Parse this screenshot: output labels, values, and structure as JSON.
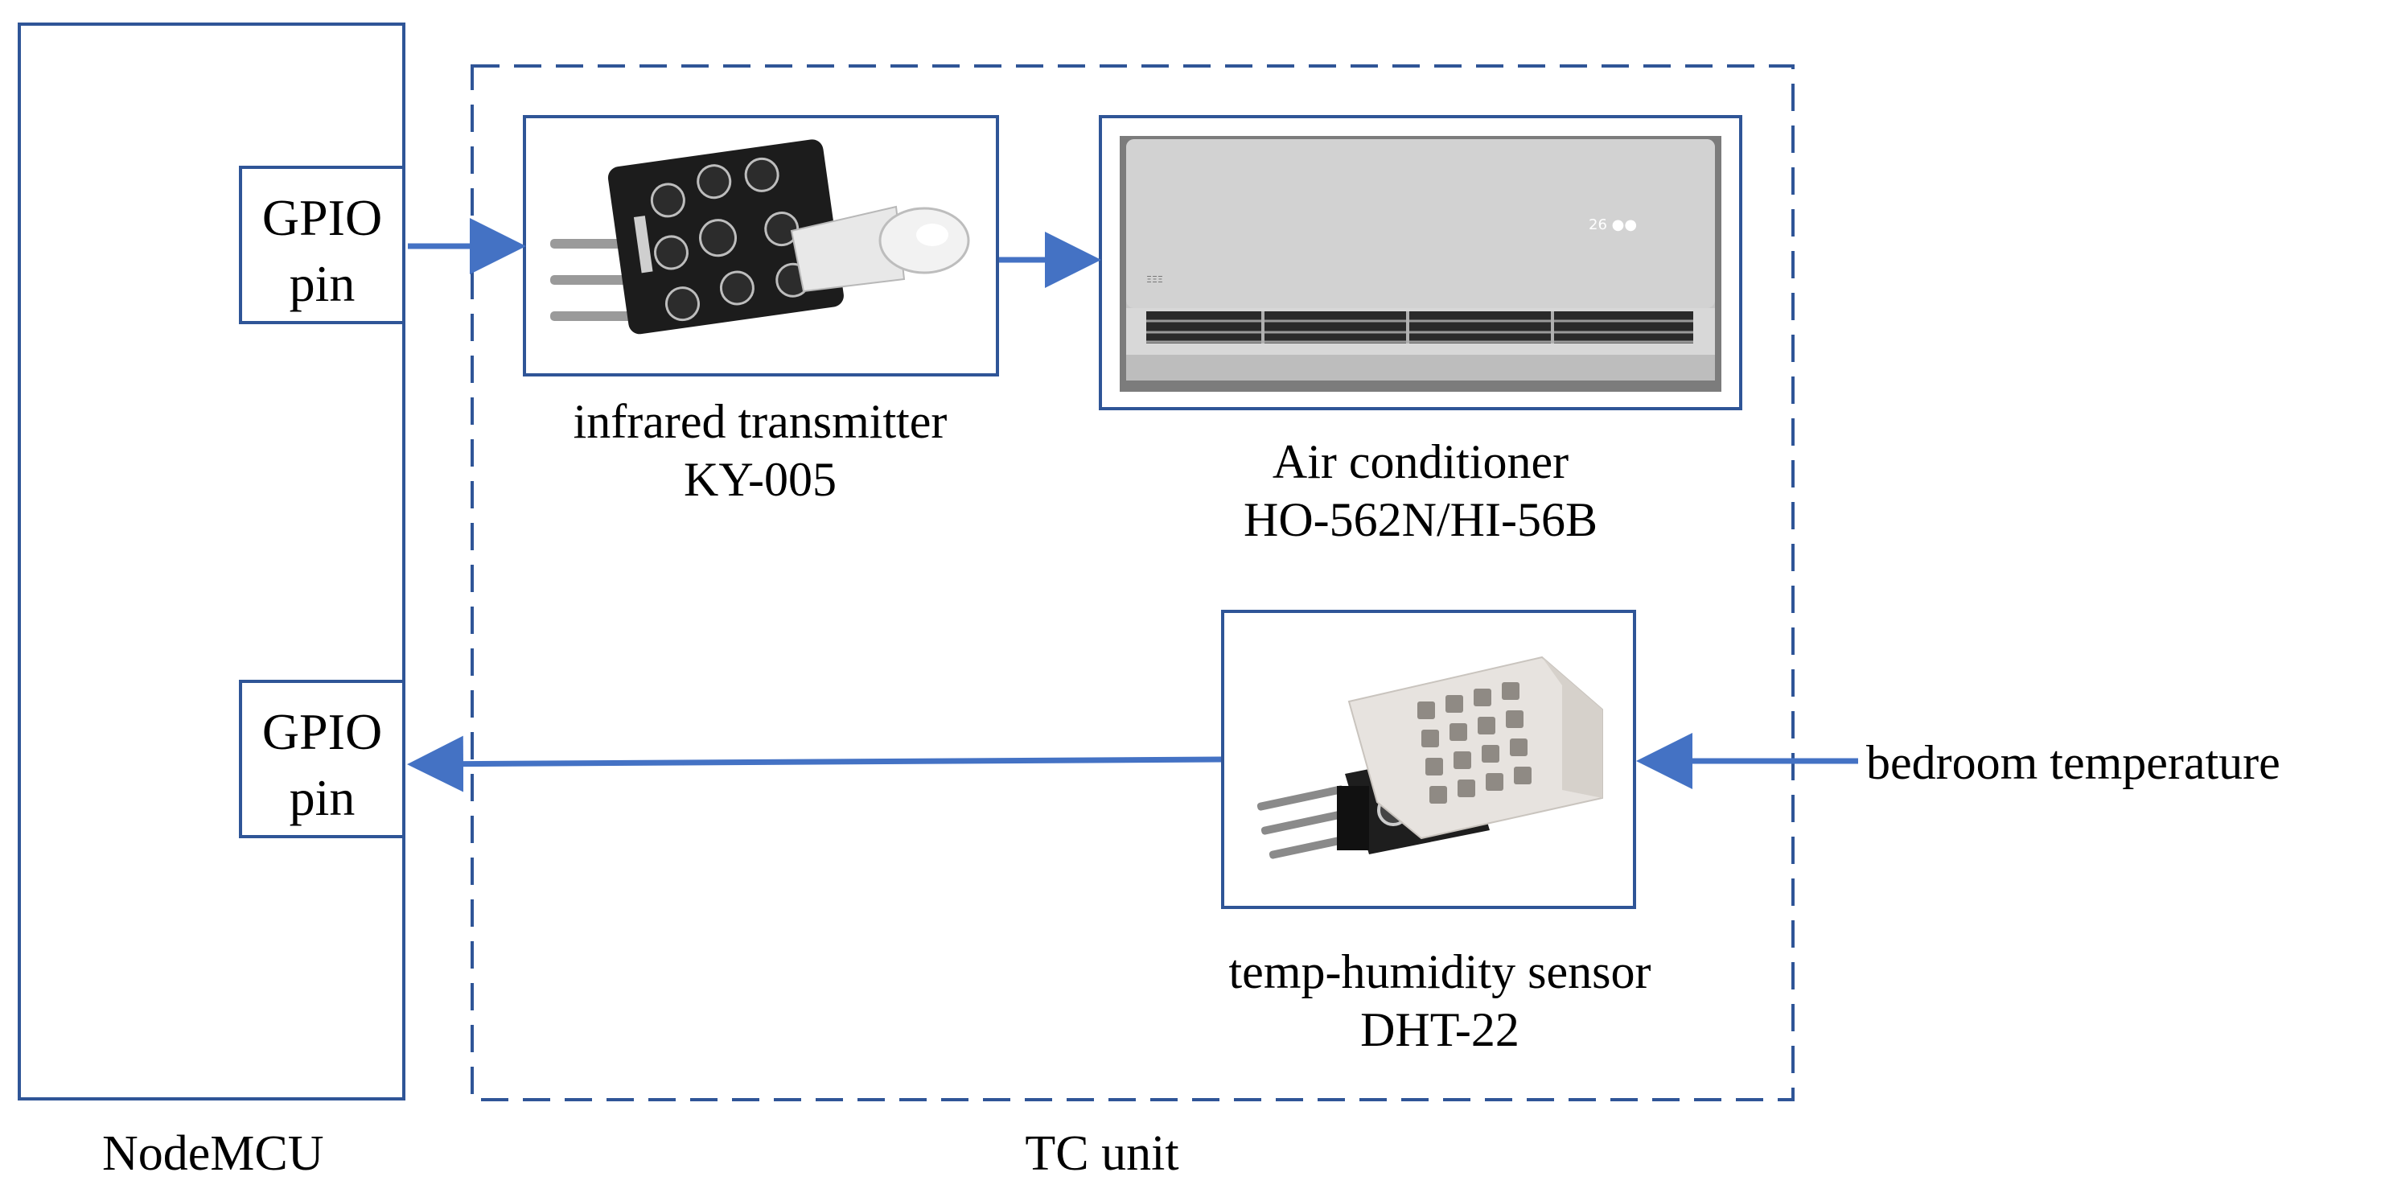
{
  "diagram": {
    "nodemcu": {
      "label": "NodeMCU"
    },
    "tc_unit": {
      "label": "TC unit"
    },
    "gpio_out": {
      "line1": "GPIO",
      "line2": "pin"
    },
    "gpio_in": {
      "line1": "GPIO",
      "line2": "pin"
    },
    "ir_transmitter": {
      "name": "infrared transmitter",
      "model": "KY-005"
    },
    "air_conditioner": {
      "name": "Air conditioner",
      "model": "HO-562N/HI-56B"
    },
    "sensor": {
      "name": "temp-humidity sensor",
      "model": "DHT-22"
    },
    "input": {
      "label": "bedroom temperature"
    }
  },
  "colors": {
    "line": "#4472c4",
    "border": "#2f5597",
    "text": "#000000"
  }
}
